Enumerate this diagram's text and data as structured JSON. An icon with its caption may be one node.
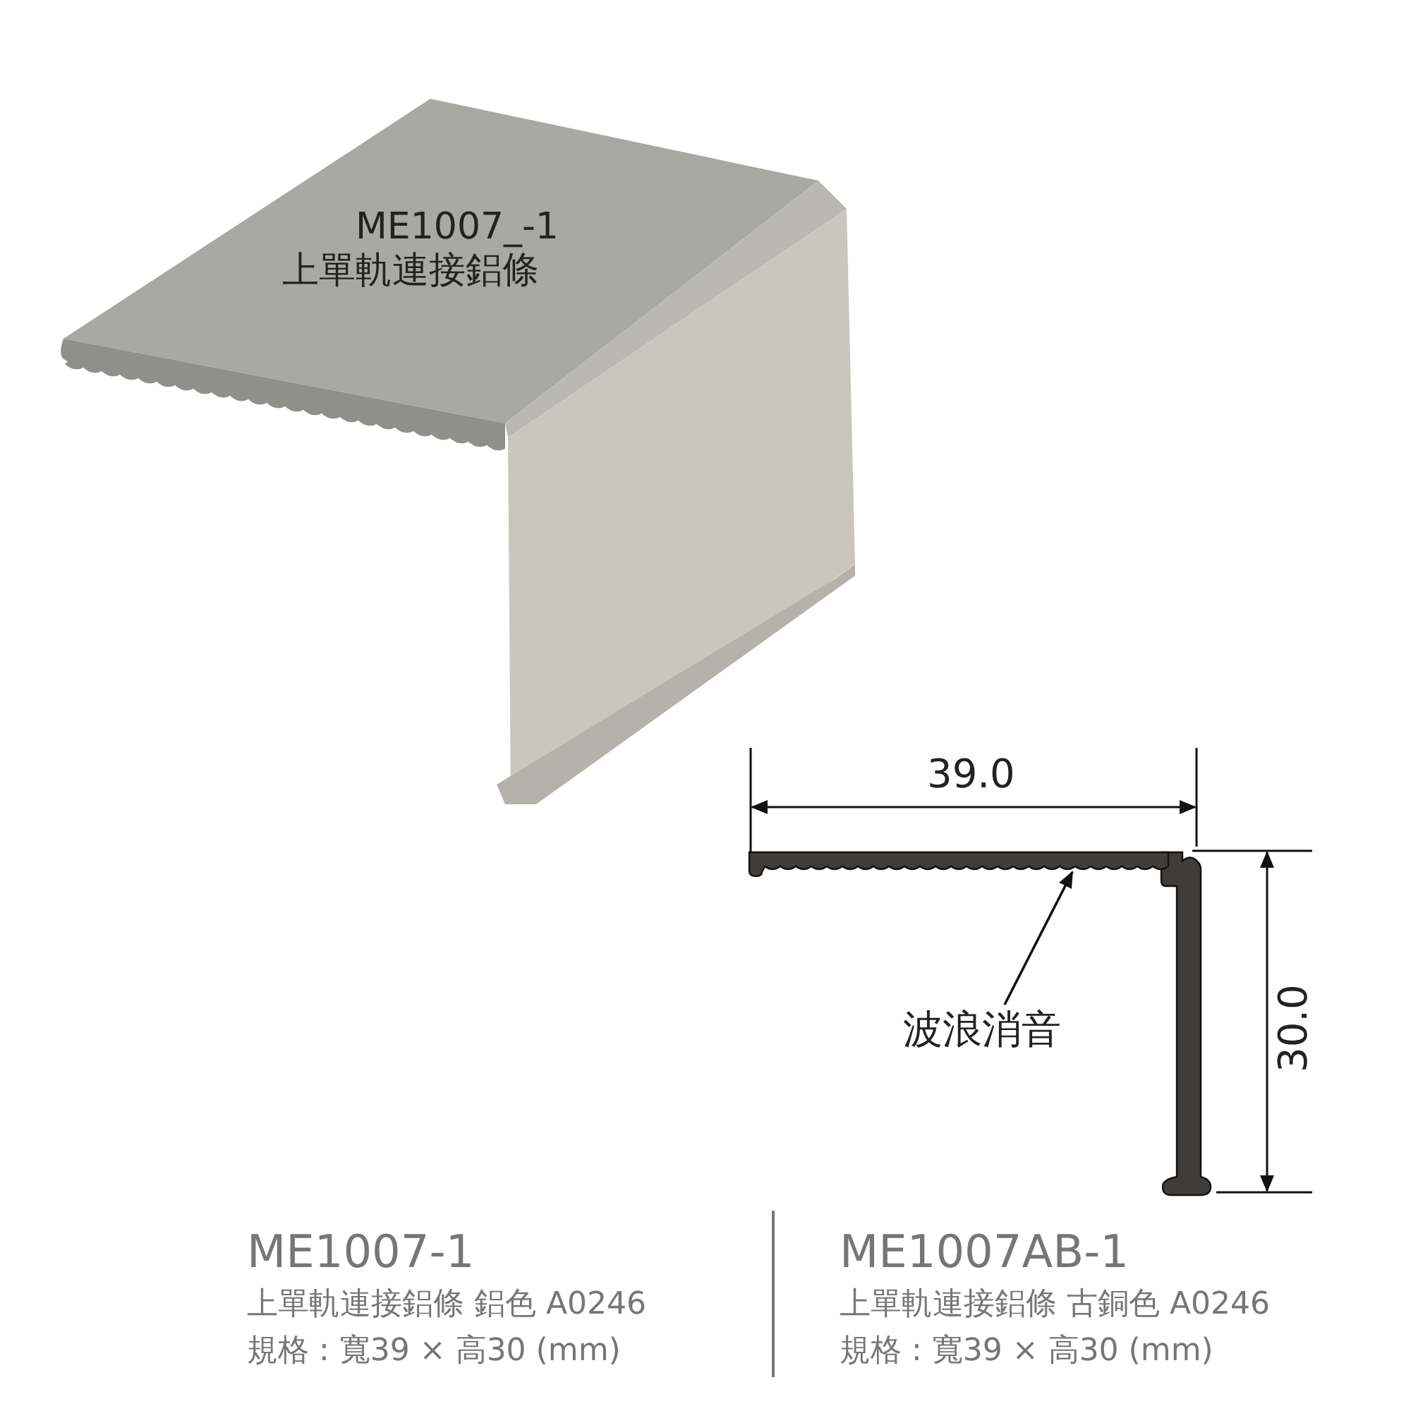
{
  "diagram": {
    "nodes": [
      {
        "text": [
          "波浪消音"
        ]
      },
      {
        "text": [],
        "shape": "picture"
      }
    ],
    "edges": [
      {
        "from": 0,
        "to": 1,
        "arrow": "to"
      }
    ],
    "labels": [
      "ME1007_-1",
      "上單軌連接鋁條",
      "39.0",
      "30.0",
      "ME1007-1",
      "上單軌連接鋁條 鋁色 A0246",
      "規格 : 寬39 × 高30 (mm)",
      "ME1007AB-1",
      "上單軌連接鋁條 古銅色 A0246",
      "規格 : 寬39 × 高30 (mm)"
    ]
  }
}
